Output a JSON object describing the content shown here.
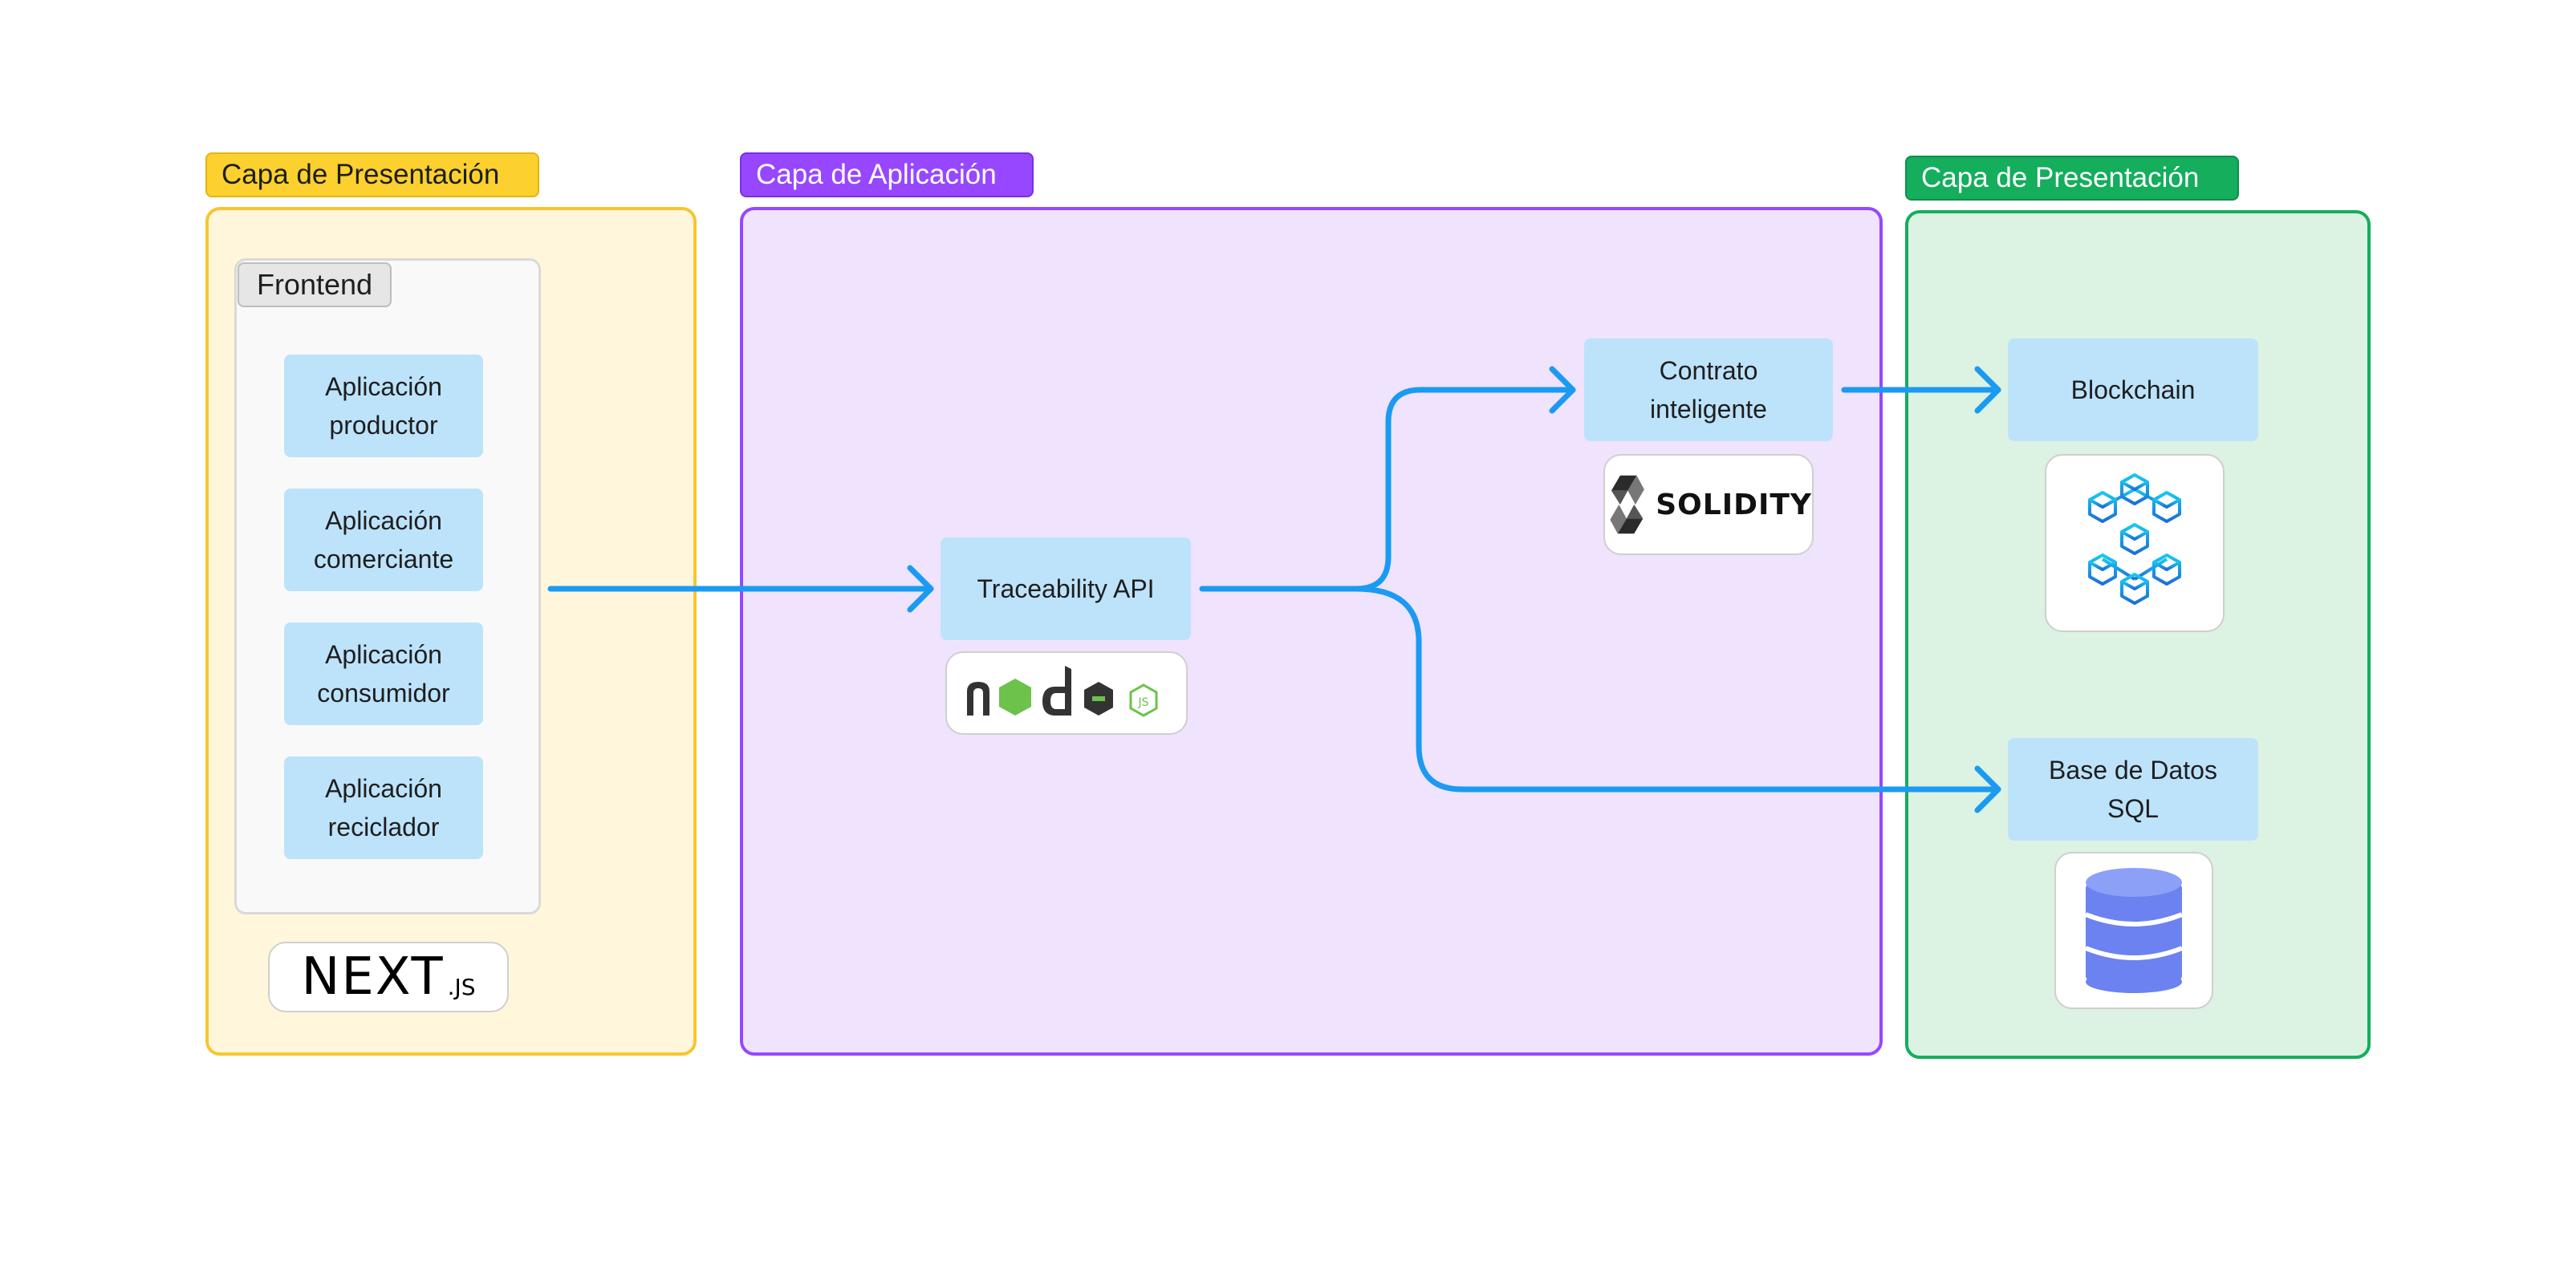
{
  "layers": {
    "presentation_left": {
      "title": "Capa de Presentación",
      "accent": "#f7c62f",
      "fill": "#fff6dc"
    },
    "application": {
      "title": "Capa de Aplicación",
      "accent": "#9747ff",
      "fill": "#efe3fd"
    },
    "presentation_right": {
      "title": "Capa de Presentación",
      "accent": "#14ae5c",
      "fill": "#dcf2e2"
    }
  },
  "frontend": {
    "label": "Frontend",
    "apps": [
      {
        "line1": "Aplicación",
        "line2": "productor"
      },
      {
        "line1": "Aplicación",
        "line2": "comerciante"
      },
      {
        "line1": "Aplicación",
        "line2": "consumidor"
      },
      {
        "line1": "Aplicación",
        "line2": "reciclador"
      }
    ],
    "logo_text": "NEXT",
    "logo_suffix": ".JS"
  },
  "api": {
    "label": "Traceability API",
    "logo": "node"
  },
  "contract": {
    "line1": "Contrato",
    "line2": "inteligente",
    "logo_text": "SOLIDITY"
  },
  "blockchain": {
    "label": "Blockchain"
  },
  "database": {
    "line1": "Base de Datos",
    "line2": "SQL"
  },
  "colors": {
    "arrow": "#1b9af2",
    "node_fill": "#bde3fb"
  },
  "icons": [
    "nextjs-logo-icon",
    "nodejs-logo-icon",
    "solidity-logo-icon",
    "blockchain-cubes-icon",
    "database-icon"
  ]
}
